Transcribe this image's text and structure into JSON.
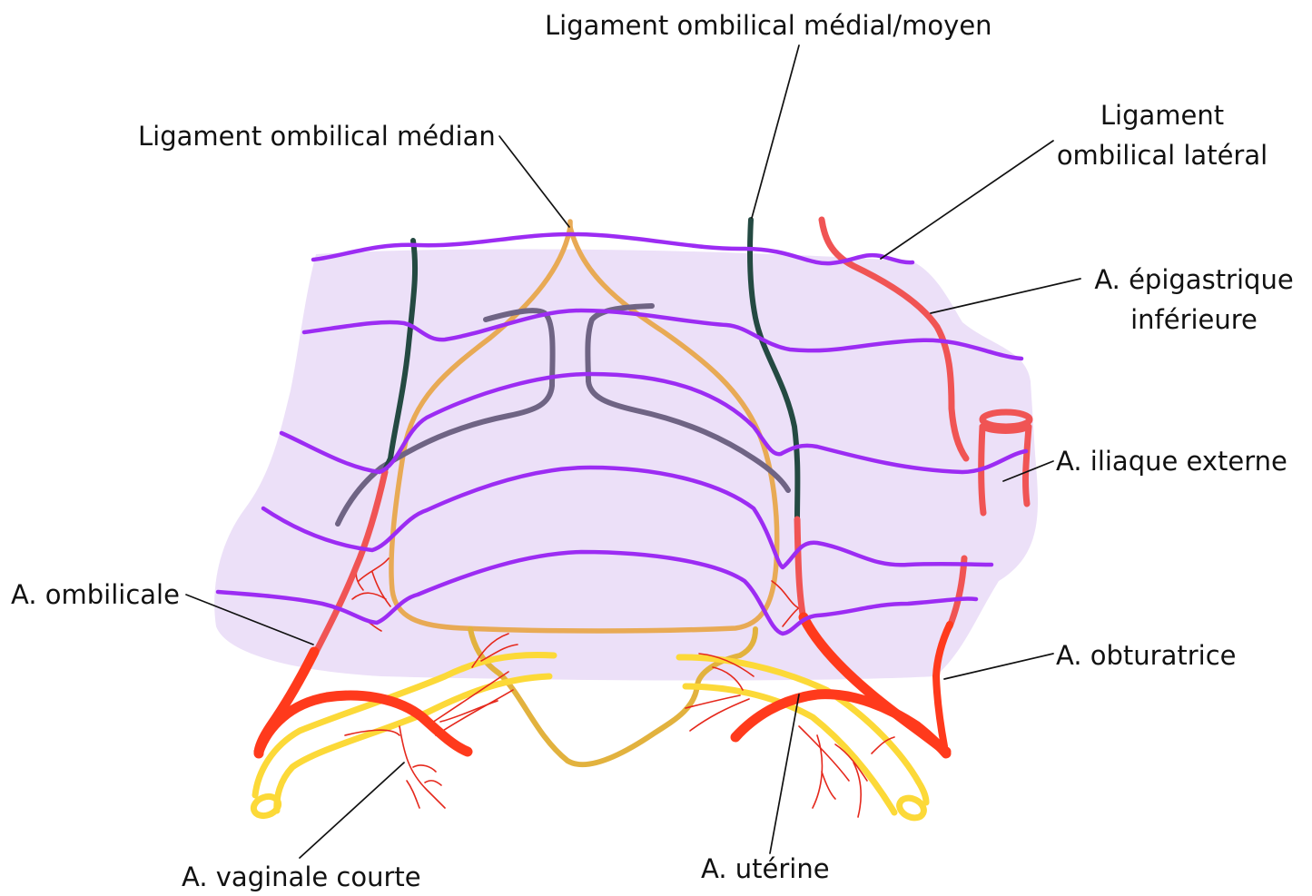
{
  "diagram": {
    "labels": {
      "lig_medial_moyen": "Ligament ombilical médial/moyen",
      "lig_median": "Ligament ombilical médian",
      "lig_lateral": [
        "Ligament",
        "ombilical latéral"
      ],
      "a_epigastrique": [
        "A. épigastrique",
        "inférieure"
      ],
      "a_iliaque": "A. iliaque externe",
      "a_ombilicale": "A. ombilicale",
      "a_obturatrice": "A. obturatrice",
      "a_vaginale": "A. vaginale courte",
      "a_uterine": "A. utérine"
    },
    "colors": {
      "background": "#ece0f8",
      "purple": "#9c2cf3",
      "green": "#244a42",
      "gray": "#6f6484",
      "bladder": "#e8aa55",
      "neck": "#e2b23e",
      "ureter": "#fcd938",
      "artery": "#ff3a1c",
      "artery_light": "#f05454",
      "branch": "#e5281c",
      "leader": "#111111",
      "text": "#111111"
    }
  }
}
